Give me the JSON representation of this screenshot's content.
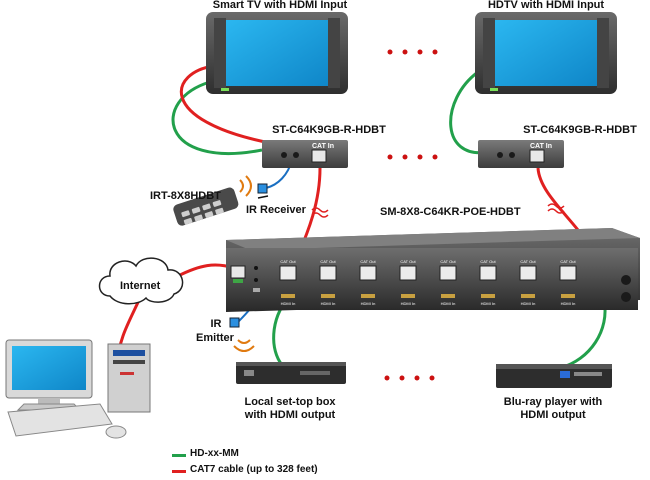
{
  "labels": {
    "tv_left": "Smart TV with HDMI Input",
    "tv_right": "HDTV with HDMI Input",
    "receiver_left": "ST-C64K9GB-R-HDBT",
    "receiver_right": "ST-C64K9GB-R-HDBT",
    "cat_in": "CAT In",
    "remote": "IRT-8X8HDBT",
    "ir_receiver": "IR Receiver",
    "matrix": "SM-8X8-C64KR-POE-HDBT",
    "internet": "Internet",
    "ir_emitter_line1": "IR",
    "ir_emitter_line2": "Emitter",
    "source_left_line1": "Local set-top box",
    "source_left_line2": "with HDMI output",
    "source_right_line1": "Blu-ray player with",
    "source_right_line2": "HDMI output",
    "cat_out": "CAT Out",
    "hdmi_in": "HDMI In"
  },
  "legend": [
    {
      "label": "HD-xx-MM",
      "color": "#22a04b"
    },
    {
      "label": "CAT7 cable (up to 328 feet)",
      "color": "#e02020"
    }
  ],
  "colors": {
    "hdmi_cable": "#22a04b",
    "cat_cable": "#e02020",
    "screen": "#1aa3e0",
    "device_body": "#5a5a5a",
    "dots": "#cc1111"
  }
}
